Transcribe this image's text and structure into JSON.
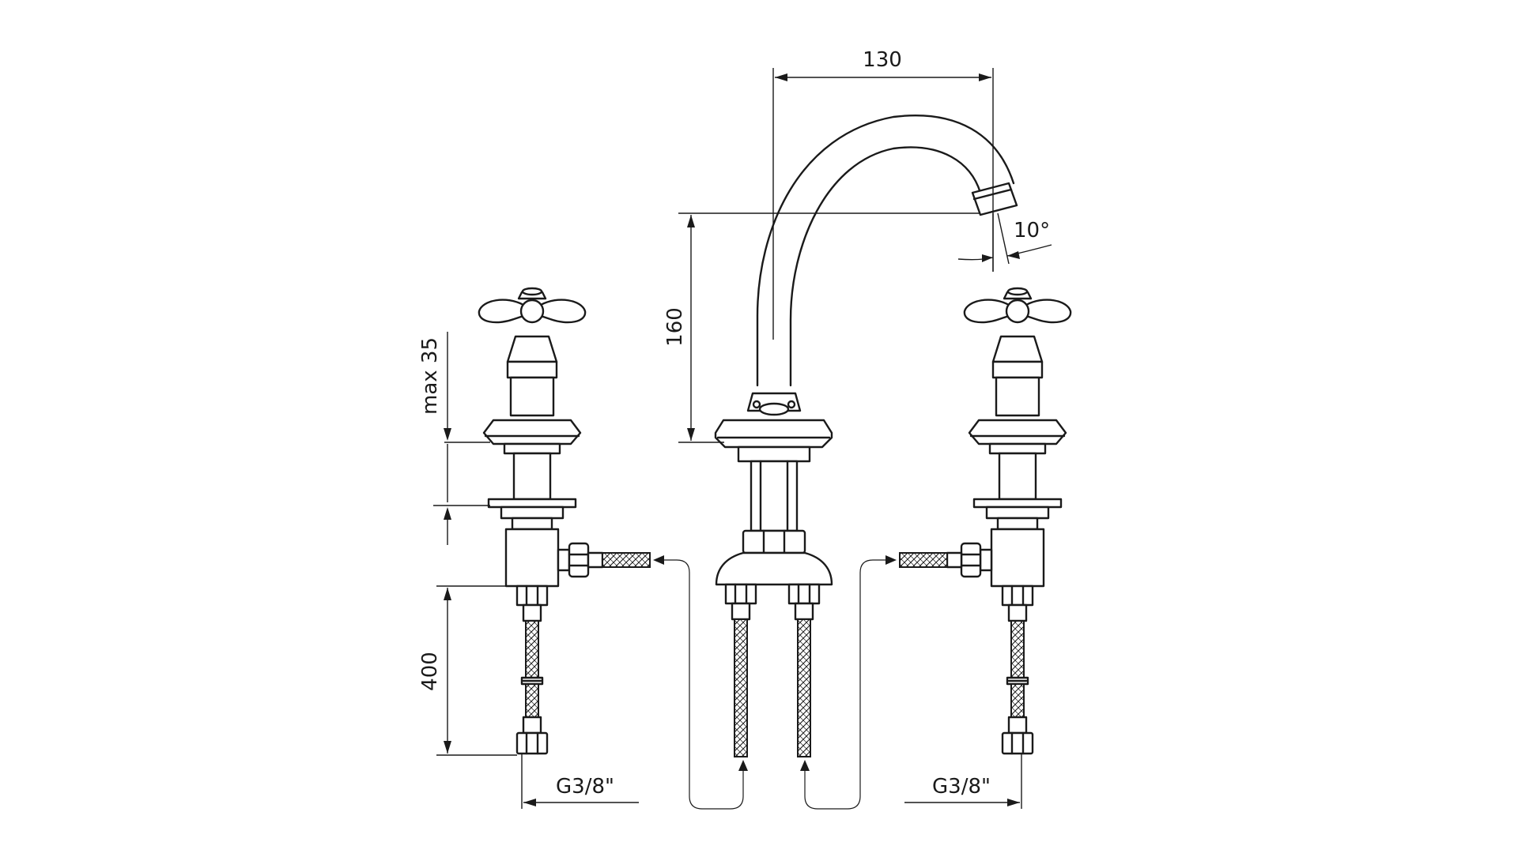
{
  "drawing": {
    "dimensions": {
      "spout_reach": "130",
      "spout_height": "160",
      "spout_angle": "10°",
      "max_deck_thickness": "max 35",
      "hose_length": "400",
      "thread_left": "G3/8\"",
      "thread_right": "G3/8\""
    }
  }
}
